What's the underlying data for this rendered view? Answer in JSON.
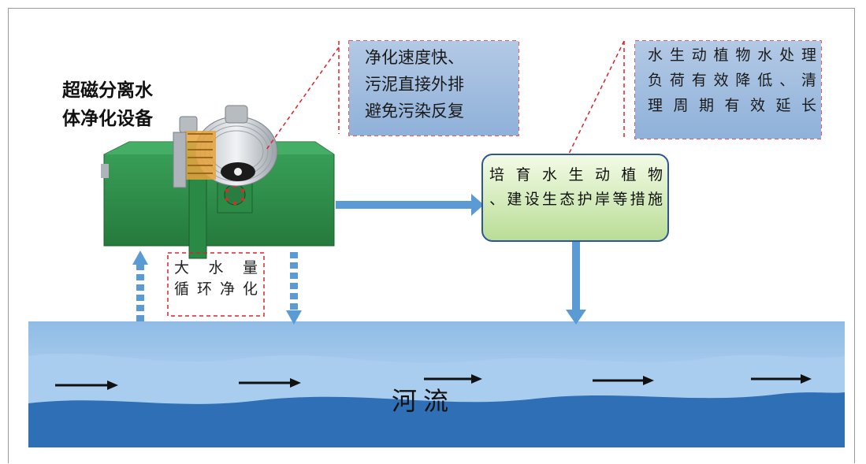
{
  "device": {
    "title_line1": "超磁分离水",
    "title_line2": "体净化设备"
  },
  "benefit_left": {
    "line1": "净化速度快、",
    "line2": "污泥直接外排",
    "line3": "避免污染反复"
  },
  "benefit_right": {
    "line1": "水生动植物水处理",
    "line2": "负荷有效降低、清",
    "line3": "理周期有效延长"
  },
  "measures": {
    "line1": "培育水生动植物",
    "line2": "、建设生态护岸等措施"
  },
  "circulation": {
    "line1": "大水量",
    "line2": "循环净化"
  },
  "river": {
    "label": "河流"
  },
  "colors": {
    "arrow_blue": "#5b9bd5",
    "callout_red": "#e0202a",
    "water_dark": "#2e6fb5",
    "water_light": "#a9cdee",
    "box_green": "#2f8f4a"
  }
}
